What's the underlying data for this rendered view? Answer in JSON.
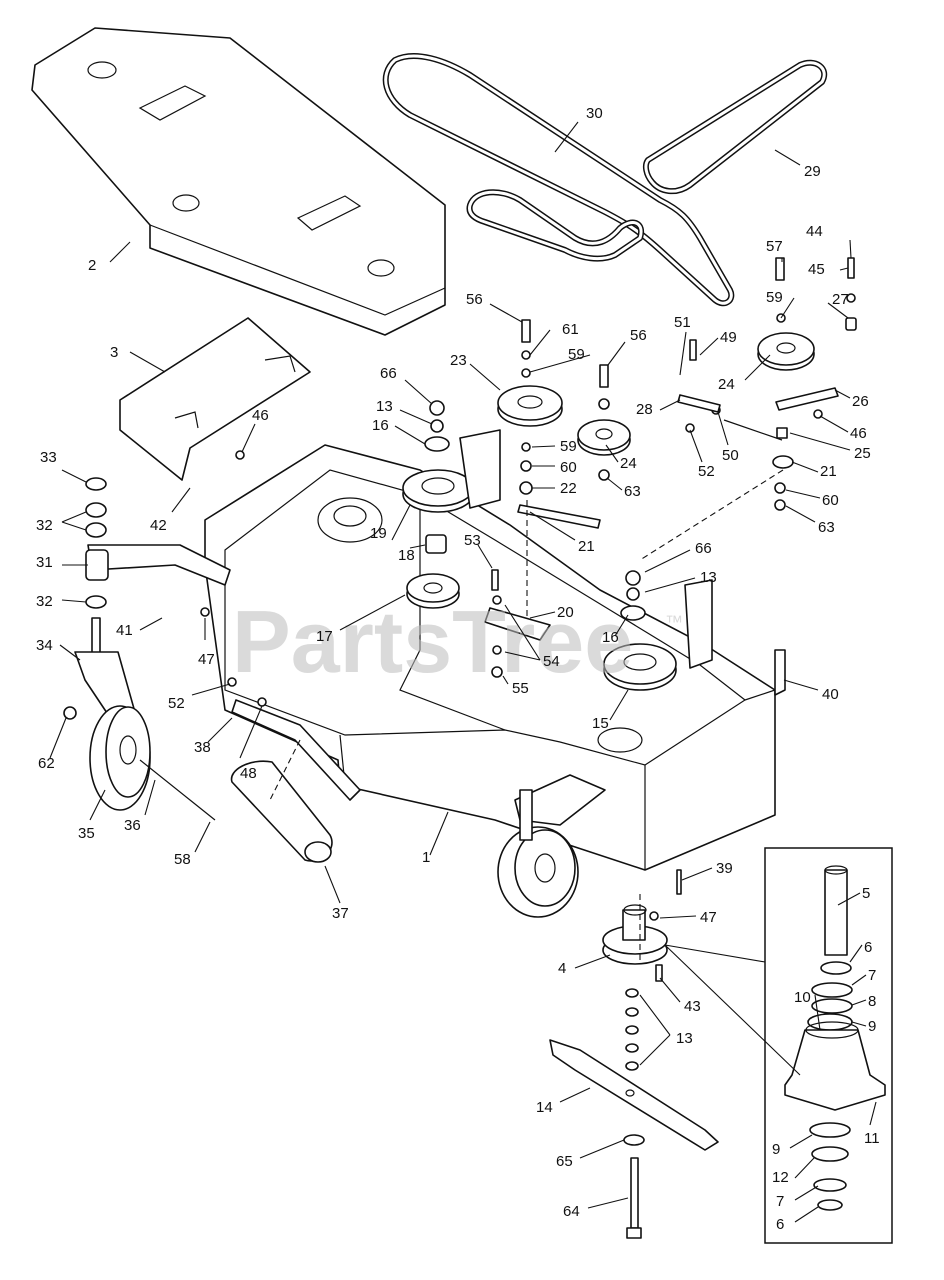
{
  "watermark": {
    "text": "PartsTree",
    "trademark": "™"
  },
  "callouts": [
    {
      "id": "2",
      "label": "2"
    },
    {
      "id": "3",
      "label": "3"
    },
    {
      "id": "30",
      "label": "30"
    },
    {
      "id": "29",
      "label": "29"
    },
    {
      "id": "44",
      "label": "44"
    },
    {
      "id": "57",
      "label": "57"
    },
    {
      "id": "45",
      "label": "45"
    },
    {
      "id": "59a",
      "label": "59"
    },
    {
      "id": "27",
      "label": "27"
    },
    {
      "id": "56a",
      "label": "56"
    },
    {
      "id": "61",
      "label": "61"
    },
    {
      "id": "56b",
      "label": "56"
    },
    {
      "id": "51",
      "label": "51"
    },
    {
      "id": "49",
      "label": "49"
    },
    {
      "id": "23",
      "label": "23"
    },
    {
      "id": "59b",
      "label": "59"
    },
    {
      "id": "66a",
      "label": "66"
    },
    {
      "id": "13a",
      "label": "13"
    },
    {
      "id": "16a",
      "label": "16"
    },
    {
      "id": "59c",
      "label": "59"
    },
    {
      "id": "60a",
      "label": "60"
    },
    {
      "id": "22",
      "label": "22"
    },
    {
      "id": "24a",
      "label": "24"
    },
    {
      "id": "63a",
      "label": "63"
    },
    {
      "id": "28",
      "label": "28"
    },
    {
      "id": "52a",
      "label": "52"
    },
    {
      "id": "50",
      "label": "50"
    },
    {
      "id": "24b",
      "label": "24"
    },
    {
      "id": "26",
      "label": "26"
    },
    {
      "id": "46a",
      "label": "46"
    },
    {
      "id": "25",
      "label": "25"
    },
    {
      "id": "21a",
      "label": "21"
    },
    {
      "id": "60b",
      "label": "60"
    },
    {
      "id": "63b",
      "label": "63"
    },
    {
      "id": "33",
      "label": "33"
    },
    {
      "id": "46b",
      "label": "46"
    },
    {
      "id": "42",
      "label": "42"
    },
    {
      "id": "32a",
      "label": "32"
    },
    {
      "id": "19",
      "label": "19"
    },
    {
      "id": "21b",
      "label": "21"
    },
    {
      "id": "31",
      "label": "31"
    },
    {
      "id": "18",
      "label": "18"
    },
    {
      "id": "53",
      "label": "53"
    },
    {
      "id": "66b",
      "label": "66"
    },
    {
      "id": "13b",
      "label": "13"
    },
    {
      "id": "32b",
      "label": "32"
    },
    {
      "id": "20",
      "label": "20"
    },
    {
      "id": "41",
      "label": "41"
    },
    {
      "id": "47a",
      "label": "47"
    },
    {
      "id": "17",
      "label": "17"
    },
    {
      "id": "16b",
      "label": "16"
    },
    {
      "id": "34",
      "label": "34"
    },
    {
      "id": "54",
      "label": "54"
    },
    {
      "id": "55",
      "label": "55"
    },
    {
      "id": "40",
      "label": "40"
    },
    {
      "id": "52b",
      "label": "52"
    },
    {
      "id": "15",
      "label": "15"
    },
    {
      "id": "38",
      "label": "38"
    },
    {
      "id": "48",
      "label": "48"
    },
    {
      "id": "62",
      "label": "62"
    },
    {
      "id": "35",
      "label": "35"
    },
    {
      "id": "36",
      "label": "36"
    },
    {
      "id": "1",
      "label": "1"
    },
    {
      "id": "58",
      "label": "58"
    },
    {
      "id": "39",
      "label": "39"
    },
    {
      "id": "5",
      "label": "5"
    },
    {
      "id": "37",
      "label": "37"
    },
    {
      "id": "47b",
      "label": "47"
    },
    {
      "id": "6a",
      "label": "6"
    },
    {
      "id": "4",
      "label": "4"
    },
    {
      "id": "7a",
      "label": "7"
    },
    {
      "id": "10",
      "label": "10"
    },
    {
      "id": "43",
      "label": "43"
    },
    {
      "id": "8",
      "label": "8"
    },
    {
      "id": "9a",
      "label": "9"
    },
    {
      "id": "13c",
      "label": "13"
    },
    {
      "id": "14",
      "label": "14"
    },
    {
      "id": "11",
      "label": "11"
    },
    {
      "id": "9b",
      "label": "9"
    },
    {
      "id": "65",
      "label": "65"
    },
    {
      "id": "12",
      "label": "12"
    },
    {
      "id": "7b",
      "label": "7"
    },
    {
      "id": "64",
      "label": "64"
    },
    {
      "id": "6b",
      "label": "6"
    }
  ]
}
